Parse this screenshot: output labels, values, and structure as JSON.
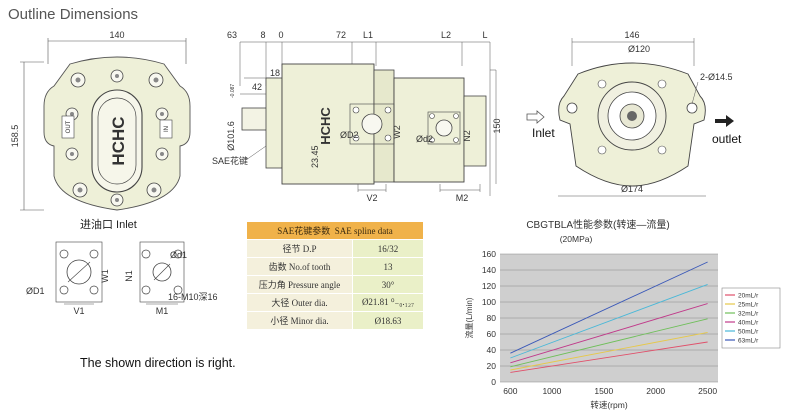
{
  "title": "Outline Dimensions",
  "direction_note": "The shown direction is right.",
  "inlet_label": "Inlet",
  "outlet_label": "outlet",
  "front_view": {
    "width_dim": "140",
    "height_dim": "158.5",
    "brand": "HCHC",
    "out_tag": "OUT",
    "in_tag": "IN"
  },
  "side_view": {
    "top_dims": [
      "63",
      "8",
      "0",
      "72",
      "L1",
      "L2",
      "L"
    ],
    "dim_18": "18",
    "dim_42": "42",
    "dia_shaft": "Ø101.6",
    "dia_shaft_tol": "-0.087",
    "dim_2345": "23.45",
    "sae_label": "SAE花键",
    "brand": "HCHC",
    "d2_label": "ØD2",
    "w2_label": "W2",
    "d2_small": "Ød2",
    "n2_label": "N2",
    "height_150": "150",
    "v2_label": "V2",
    "m2_label": "M2"
  },
  "right_view": {
    "width_146": "146",
    "dia_120": "Ø120",
    "holes": "2-Ø14.5",
    "width_174": "Ø174"
  },
  "inlet_detail": {
    "heading": "进油口  Inlet",
    "d1_label": "ØD1",
    "w1_label": "W1",
    "v1_label": "V1",
    "n1_label": "N1",
    "small_d1": "Ød1",
    "m1_label": "M1",
    "thread": "16-M10深16"
  },
  "spline_table": {
    "header_cn": "SAE花键参数",
    "header_en": "SAE spline data",
    "rows": [
      {
        "cn": "径节",
        "en": "D.P",
        "value": "16/32"
      },
      {
        "cn": "齿数",
        "en": "No.of tooth",
        "value": "13"
      },
      {
        "cn": "压力角",
        "en": "Pressure angle",
        "value": "30°"
      },
      {
        "cn": "大径",
        "en": "Outer dia.",
        "value": "Ø21.81 ⁰₋₀.₁₂₇"
      },
      {
        "cn": "小径",
        "en": "Minor dia.",
        "value": "Ø18.63"
      }
    ]
  },
  "chart_data": {
    "type": "line",
    "title": "CBGTBLA性能参数(转速—流量)",
    "subtitle": "(20MPa)",
    "xlabel": "转速(rpm)",
    "ylabel": "流量(L/min)",
    "xlim": [
      500,
      2600
    ],
    "ylim": [
      0,
      160
    ],
    "x_ticks": [
      600,
      1000,
      1500,
      2000,
      2500
    ],
    "y_ticks": [
      0,
      20,
      40,
      60,
      80,
      100,
      120,
      140,
      160
    ],
    "grid": true,
    "legend_position": "right",
    "x": [
      600,
      2500
    ],
    "series": [
      {
        "name": "20mL/r",
        "values": [
          12,
          50
        ],
        "color": "#e0506a"
      },
      {
        "name": "25mL/r",
        "values": [
          15,
          62
        ],
        "color": "#e6c84a"
      },
      {
        "name": "32mL/r",
        "values": [
          19,
          79
        ],
        "color": "#6fbf5a"
      },
      {
        "name": "40mL/r",
        "values": [
          24,
          98
        ],
        "color": "#c03a8a"
      },
      {
        "name": "50mL/r",
        "values": [
          30,
          122
        ],
        "color": "#4ab8d8"
      },
      {
        "name": "63mL/r",
        "values": [
          36,
          150
        ],
        "color": "#3a58b8"
      }
    ]
  }
}
